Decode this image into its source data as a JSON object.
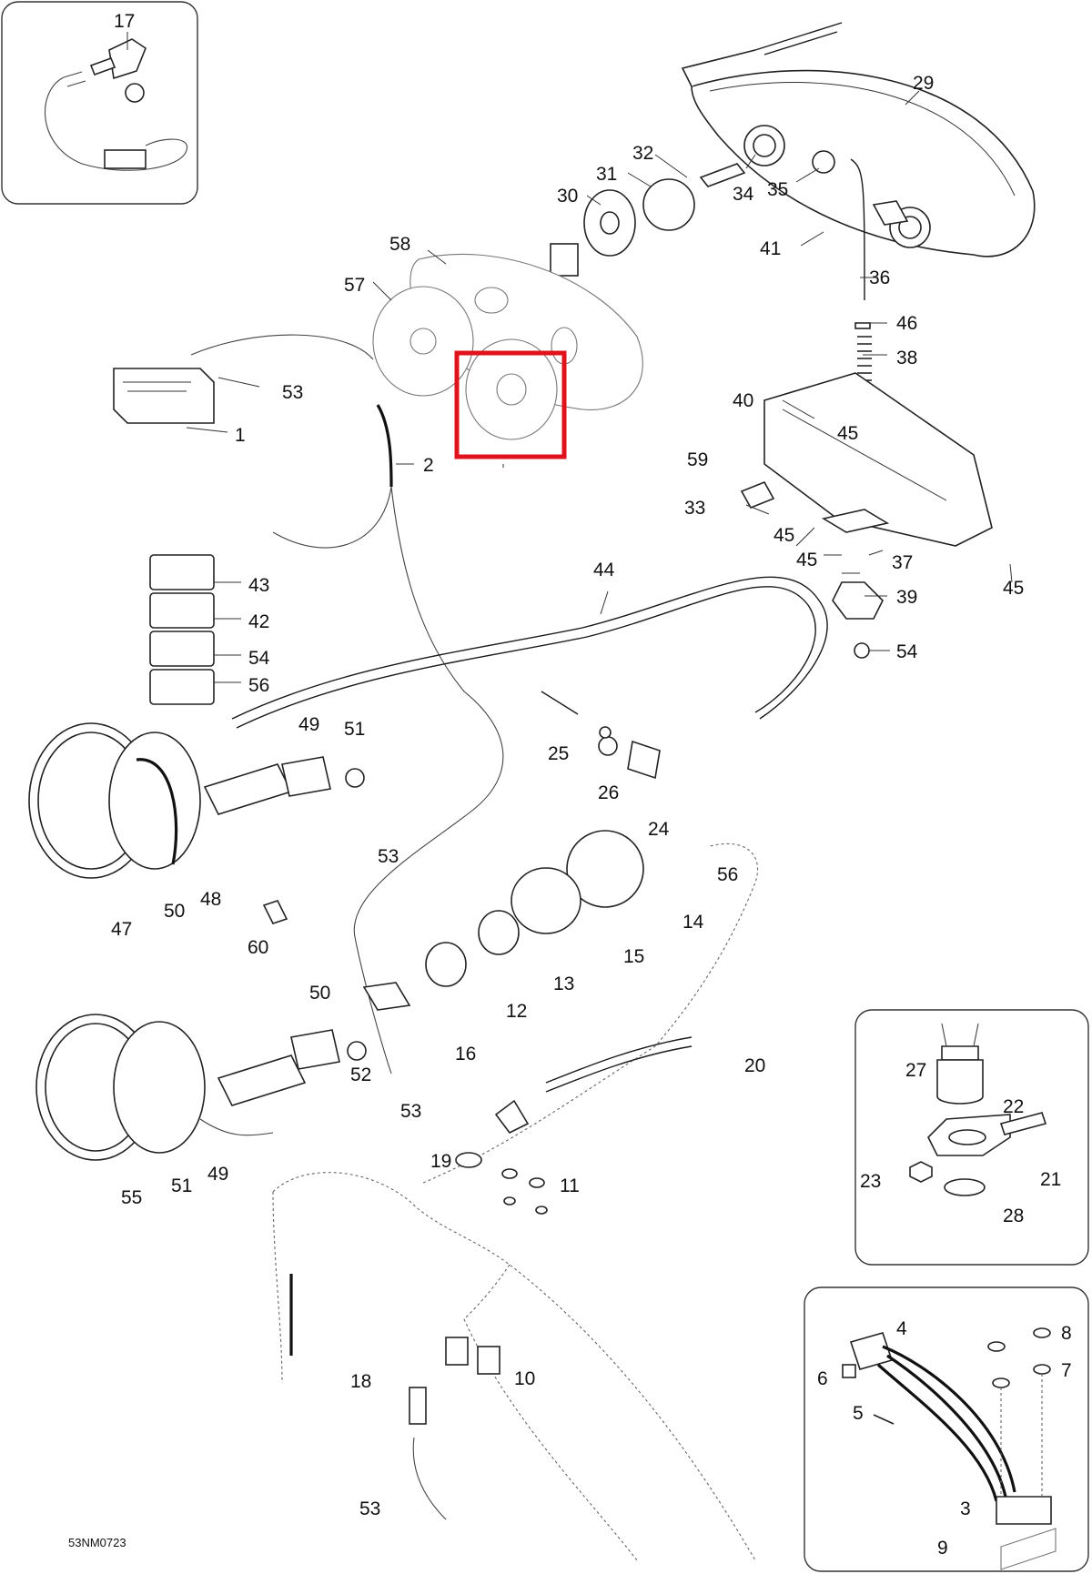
{
  "figure_code": "53NM0723",
  "highlight_color": "#e0121b",
  "callouts": [
    "1",
    "2",
    "3",
    "4",
    "5",
    "6",
    "7",
    "8",
    "9",
    "10",
    "11",
    "12",
    "13",
    "14",
    "15",
    "16",
    "17",
    "18",
    "19",
    "20",
    "21",
    "22",
    "23",
    "24",
    "25",
    "26",
    "27",
    "28",
    "29",
    "30",
    "31",
    "32",
    "33",
    "34",
    "35",
    "36",
    "37",
    "38",
    "39",
    "40",
    "41",
    "42",
    "43",
    "44",
    "45",
    "45",
    "45",
    "45",
    "45",
    "46",
    "47",
    "48",
    "49",
    "49",
    "50",
    "50",
    "51",
    "51",
    "52",
    "52",
    "53",
    "53",
    "53",
    "53",
    "54",
    "55",
    "56",
    "56",
    "57",
    "58",
    "59",
    "60"
  ]
}
